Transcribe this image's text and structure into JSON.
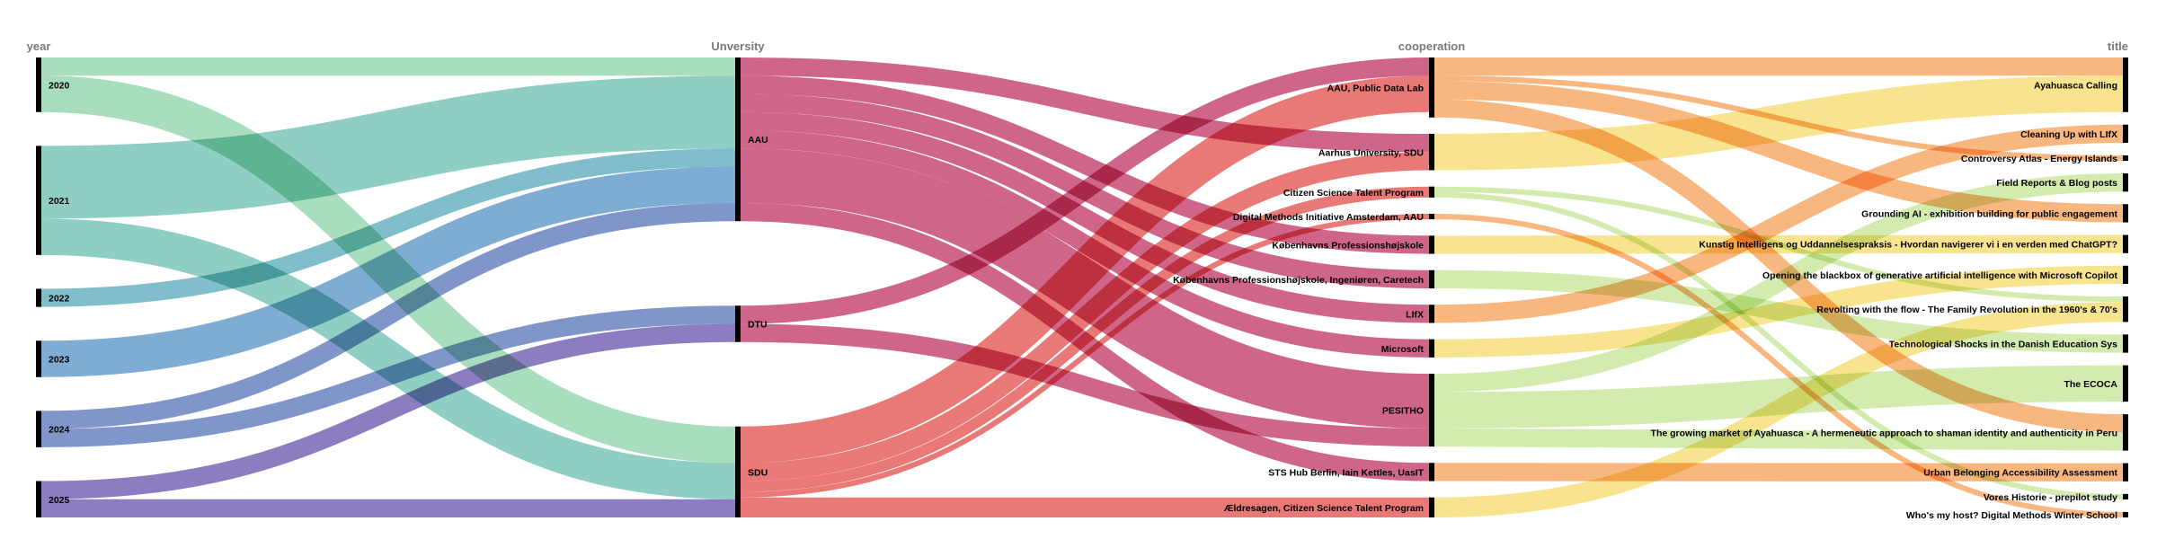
{
  "chart_data": {
    "type": "sankey",
    "axes": [
      {
        "key": "year",
        "title": "year",
        "label_side": "right",
        "nodes": [
          "2020",
          "2021",
          "2022",
          "2023",
          "2024",
          "2025"
        ]
      },
      {
        "key": "university",
        "title": "Unversity",
        "label_side": "right",
        "nodes": [
          "AAU",
          "DTU",
          "SDU"
        ]
      },
      {
        "key": "cooperation",
        "title": "cooperation",
        "label_side": "left",
        "nodes": [
          "AAU, Public Data Lab",
          "Aarhus University, SDU",
          "Citizen Science Talent Program",
          "Digital Methods Initiative Amsterdam, AAU",
          "Københavns Professionshøjskole",
          "Københavns Professionshøjskole, Ingeniøren, Caretech",
          "LIfX",
          "Microsoft",
          "PESITHO",
          "STS Hub Berlin, Iain Kettles, UasIT",
          "Ældresagen, Citizen Science Talent Program"
        ]
      },
      {
        "key": "title",
        "title": "title",
        "label_side": "left",
        "nodes": [
          "Ayahuasca Calling",
          "Cleaning Up with LIfX",
          "Controversy Atlas - Energy Islands",
          "Field Reports & Blog posts",
          "Grounding AI - exhibition building for public engagement",
          "Kunstig Intelligens og Uddannelsespraksis - Hvordan navigerer vi i en verden med ChatGPT?",
          "Opening the blackbox of generative artificial intelligence with Microsoft Copilot",
          "Revolting with the flow - The Family Revolution in the 1960's & 70's",
          "Technological Shocks in the Danish Education Sys",
          "The ECOCA",
          "The growing market of Ayahuasca - A hermeneutic approach to shaman identity and authenticity in Peru",
          "Urban Belonging Accessibility Assessment",
          "Vores Historie - prepilot study",
          "Who's my host? Digital Methods Winter School"
        ]
      }
    ],
    "links": [
      {
        "source": "2020",
        "target": "AAU",
        "value": 1
      },
      {
        "source": "2020",
        "target": "SDU",
        "value": 2
      },
      {
        "source": "2021",
        "target": "AAU",
        "value": 4
      },
      {
        "source": "2021",
        "target": "SDU",
        "value": 2
      },
      {
        "source": "2022",
        "target": "AAU",
        "value": 1
      },
      {
        "source": "2023",
        "target": "AAU",
        "value": 2
      },
      {
        "source": "2024",
        "target": "AAU",
        "value": 1
      },
      {
        "source": "2024",
        "target": "DTU",
        "value": 1
      },
      {
        "source": "2025",
        "target": "DTU",
        "value": 1
      },
      {
        "source": "2025",
        "target": "SDU",
        "value": 1
      },
      {
        "source": "AAU",
        "target": "Aarhus University, SDU",
        "value": 1
      },
      {
        "source": "AAU",
        "target": "Microsoft",
        "value": 1
      },
      {
        "source": "AAU",
        "target": "PESITHO",
        "value": 3
      },
      {
        "source": "AAU",
        "target": "Københavns Professionshøjskole",
        "value": 1
      },
      {
        "source": "AAU",
        "target": "Københavns Professionshøjskole, Ingeniøren, Caretech",
        "value": 1
      },
      {
        "source": "AAU",
        "target": "LIfX",
        "value": 1
      },
      {
        "source": "AAU",
        "target": "STS Hub Berlin, Iain Kettles, UasIT",
        "value": 1
      },
      {
        "source": "DTU",
        "target": "AAU, Public Data Lab",
        "value": 1
      },
      {
        "source": "DTU",
        "target": "PESITHO",
        "value": 1
      },
      {
        "source": "SDU",
        "target": "AAU, Public Data Lab",
        "value": 2
      },
      {
        "source": "SDU",
        "target": "Aarhus University, SDU",
        "value": 1
      },
      {
        "source": "SDU",
        "target": "Citizen Science Talent Program",
        "value": 0.6
      },
      {
        "source": "SDU",
        "target": "Digital Methods Initiative Amsterdam, AAU",
        "value": 0.3
      },
      {
        "source": "SDU",
        "target": "Ældresagen, Citizen Science Talent Program",
        "value": 1.1
      },
      {
        "source": "AAU, Public Data Lab",
        "target": "Ayahuasca Calling",
        "value": 1
      },
      {
        "source": "AAU, Public Data Lab",
        "target": "Controversy Atlas - Energy Islands",
        "value": 0.3
      },
      {
        "source": "AAU, Public Data Lab",
        "target": "Grounding AI - exhibition building for public engagement",
        "value": 1
      },
      {
        "source": "AAU, Public Data Lab",
        "target": "The growing market of Ayahuasca - A hermeneutic approach to shaman identity and authenticity in Peru",
        "value": 1
      },
      {
        "source": "Aarhus University, SDU",
        "target": "Ayahuasca Calling",
        "value": 2
      },
      {
        "source": "Citizen Science Talent Program",
        "target": "Revolting with the flow - The Family Revolution in the 1960's & 70's",
        "value": 0.3
      },
      {
        "source": "Citizen Science Talent Program",
        "target": "Vores Historie - prepilot study",
        "value": 0.3
      },
      {
        "source": "Digital Methods Initiative Amsterdam, AAU",
        "target": "Who's my host? Digital Methods Winter School",
        "value": 0.3
      },
      {
        "source": "Københavns Professionshøjskole",
        "target": "Kunstig Intelligens og Uddannelsespraksis - Hvordan navigerer vi i en verden med ChatGPT?",
        "value": 1
      },
      {
        "source": "Københavns Professionshøjskole, Ingeniøren, Caretech",
        "target": "Technological Shocks in the Danish Education Sys",
        "value": 1
      },
      {
        "source": "LIfX",
        "target": "Cleaning Up with LIfX",
        "value": 1
      },
      {
        "source": "Microsoft",
        "target": "Opening the blackbox of generative artificial intelligence with Microsoft Copilot",
        "value": 1
      },
      {
        "source": "PESITHO",
        "target": "Field Reports & Blog posts",
        "value": 1
      },
      {
        "source": "PESITHO",
        "target": "The ECOCA",
        "value": 2
      },
      {
        "source": "PESITHO",
        "target": "The growing market of Ayahuasca - A hermeneutic approach to shaman identity and authenticity in Peru",
        "value": 1
      },
      {
        "source": "STS Hub Berlin, Iain Kettles, UasIT",
        "target": "Urban Belonging Accessibility Assessment",
        "value": 1
      },
      {
        "source": "Ældresagen, Citizen Science Talent Program",
        "target": "Revolting with the flow - The Family Revolution in the 1960's & 70's",
        "value": 1.1
      }
    ],
    "colors": {
      "2020": "#8fd3ac",
      "2021": "#6fc2b2",
      "2022": "#5eacbc",
      "2023": "#5a95c6",
      "2024": "#5c78bd",
      "2025": "#6a58ad",
      "AAU": "#c23a66",
      "DTU": "#c23a66",
      "SDU": "#e2534f",
      "cooperation": "#f7a35c",
      "cooperation_alt": "#f6dc6e",
      "cooperation_green": "#c8e69a"
    }
  }
}
